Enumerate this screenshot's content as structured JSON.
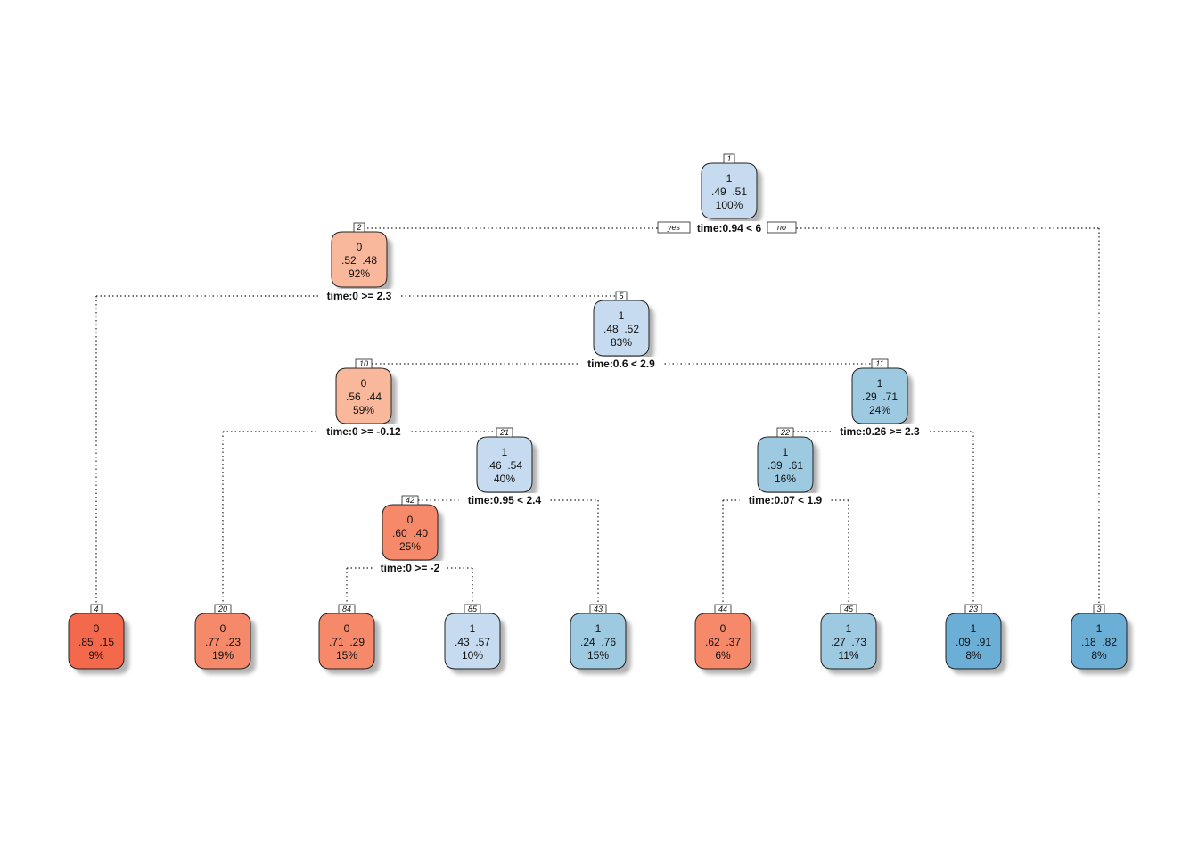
{
  "tree": {
    "answers": {
      "yes": "yes",
      "no": "no"
    },
    "nodes": [
      {
        "id": "1",
        "cls": "1",
        "probs": ".49  .51",
        "pct": "100%",
        "fill": "#c6dbef"
      },
      {
        "id": "2",
        "cls": "0",
        "probs": ".52  .48",
        "pct": "92%",
        "fill": "#f9b89c"
      },
      {
        "id": "5",
        "cls": "1",
        "probs": ".48  .52",
        "pct": "83%",
        "fill": "#c6dbef"
      },
      {
        "id": "10",
        "cls": "0",
        "probs": ".56  .44",
        "pct": "59%",
        "fill": "#f9b89c"
      },
      {
        "id": "11",
        "cls": "1",
        "probs": ".29  .71",
        "pct": "24%",
        "fill": "#9ecae1"
      },
      {
        "id": "21",
        "cls": "1",
        "probs": ".46  .54",
        "pct": "40%",
        "fill": "#c6dbef"
      },
      {
        "id": "22",
        "cls": "1",
        "probs": ".39  .61",
        "pct": "16%",
        "fill": "#9ecae1"
      },
      {
        "id": "42",
        "cls": "0",
        "probs": ".60  .40",
        "pct": "25%",
        "fill": "#f6896a"
      },
      {
        "id": "4",
        "cls": "0",
        "probs": ".85  .15",
        "pct": "9%",
        "fill": "#f4694b"
      },
      {
        "id": "20",
        "cls": "0",
        "probs": ".77  .23",
        "pct": "19%",
        "fill": "#f6896a"
      },
      {
        "id": "84",
        "cls": "0",
        "probs": ".71  .29",
        "pct": "15%",
        "fill": "#f6896a"
      },
      {
        "id": "85",
        "cls": "1",
        "probs": ".43  .57",
        "pct": "10%",
        "fill": "#c6dbef"
      },
      {
        "id": "43",
        "cls": "1",
        "probs": ".24  .76",
        "pct": "15%",
        "fill": "#9ecae1"
      },
      {
        "id": "44",
        "cls": "0",
        "probs": ".62  .37",
        "pct": "6%",
        "fill": "#f6896a"
      },
      {
        "id": "45",
        "cls": "1",
        "probs": ".27  .73",
        "pct": "11%",
        "fill": "#9ecae1"
      },
      {
        "id": "23",
        "cls": "1",
        "probs": ".09  .91",
        "pct": "8%",
        "fill": "#6baed6"
      },
      {
        "id": "3",
        "cls": "1",
        "probs": ".18  .82",
        "pct": "8%",
        "fill": "#6baed6"
      }
    ],
    "splits": [
      {
        "node": "1",
        "label": "time:0.94 < 6"
      },
      {
        "node": "2",
        "label": "time:0 >= 2.3"
      },
      {
        "node": "5",
        "label": "time:0.6 < 2.9"
      },
      {
        "node": "10",
        "label": "time:0 >= -0.12"
      },
      {
        "node": "11",
        "label": "time:0.26 >= 2.3"
      },
      {
        "node": "21",
        "label": "time:0.95 < 2.4"
      },
      {
        "node": "22",
        "label": "time:0.07 < 1.9"
      },
      {
        "node": "42",
        "label": "time:0 >= -2"
      }
    ]
  }
}
